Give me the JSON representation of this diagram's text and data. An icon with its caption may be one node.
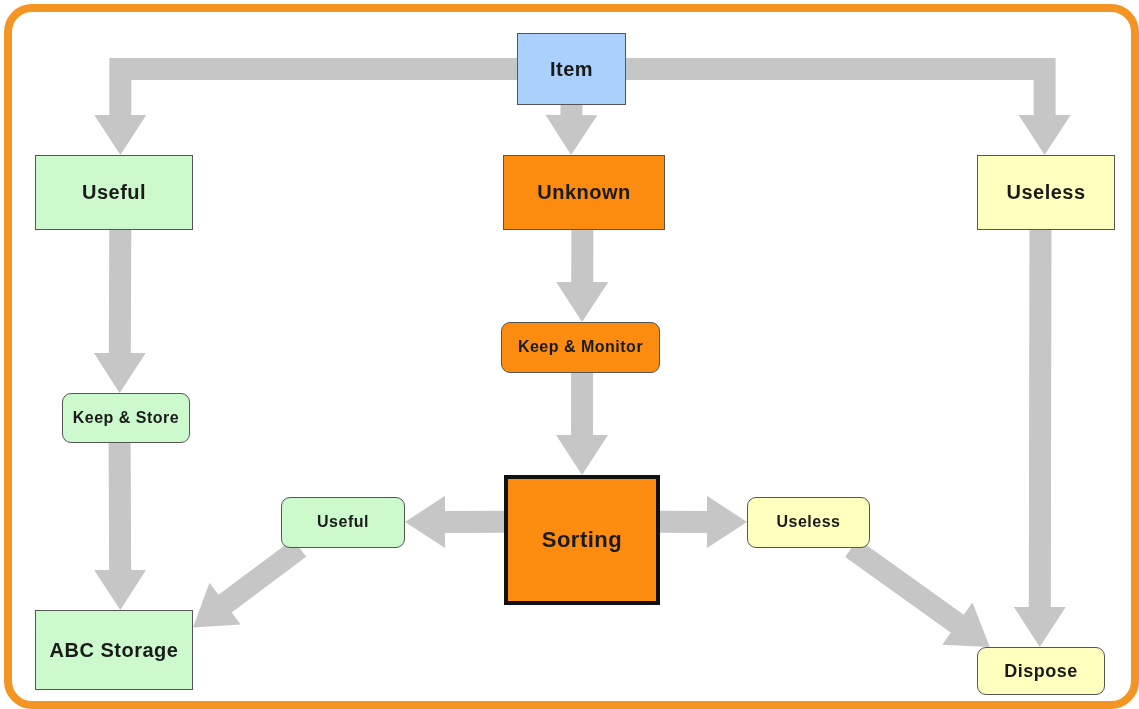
{
  "diagram": {
    "nodes": [
      {
        "text": [
          "Item"
        ]
      },
      {
        "text": [
          "Useful"
        ]
      },
      {
        "text": [
          "Unknown"
        ]
      },
      {
        "text": [
          "Useless"
        ]
      },
      {
        "text": [
          "Keep & Store"
        ]
      },
      {
        "text": [
          "Keep & Monitor"
        ]
      },
      {
        "text": [
          "Sorting"
        ]
      },
      {
        "text": [
          "Useful"
        ]
      },
      {
        "text": [
          "Useless"
        ]
      },
      {
        "text": [
          "ABC Storage"
        ]
      },
      {
        "text": [
          "Dispose"
        ]
      }
    ],
    "edges": [
      {
        "from": 0,
        "to": 1,
        "arrow": "to"
      },
      {
        "from": 0,
        "to": 2,
        "arrow": "to"
      },
      {
        "from": 0,
        "to": 3,
        "arrow": "to"
      },
      {
        "from": 1,
        "to": 4,
        "arrow": "to"
      },
      {
        "from": 4,
        "to": 9,
        "arrow": "to"
      },
      {
        "from": 2,
        "to": 5,
        "arrow": "to"
      },
      {
        "from": 5,
        "to": 6,
        "arrow": "to"
      },
      {
        "from": 6,
        "to": 7,
        "arrow": "to"
      },
      {
        "from": 6,
        "to": 8,
        "arrow": "to"
      },
      {
        "from": 7,
        "to": 9,
        "arrow": "to"
      },
      {
        "from": 8,
        "to": 10,
        "arrow": "to"
      },
      {
        "from": 3,
        "to": 10,
        "arrow": "to"
      }
    ]
  }
}
